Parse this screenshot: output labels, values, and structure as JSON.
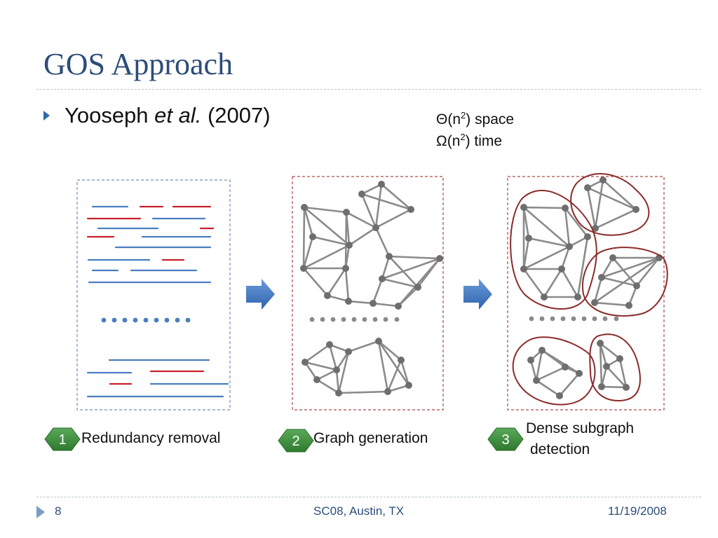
{
  "slide": {
    "title": "GOS Approach",
    "bullet": {
      "prefix": "Yooseph ",
      "italic": "et al.",
      "suffix": " (2007)"
    },
    "complexity": [
      {
        "symbol": "Θ(n",
        "sup": "2",
        "rest": ") space"
      },
      {
        "symbol": "Ω(n",
        "sup": "2",
        "rest": ") time"
      }
    ],
    "steps": [
      {
        "number": "1",
        "label": "Redundancy removal"
      },
      {
        "number": "2",
        "label": "Graph generation"
      },
      {
        "number": "3",
        "label_line1": "Dense subgraph",
        "label_line2": "detection"
      }
    ],
    "ellipsis": "•••••••••"
  },
  "footer": {
    "page_number": "8",
    "event": "SC08, Austin, TX",
    "date": "11/19/2008"
  },
  "colors": {
    "title": "#2c4d78",
    "read_blue": "#4a7ec0",
    "read_red": "#c8212b",
    "graph_gray": "#7a7a7a",
    "cluster_outline": "#8b2b2b",
    "hexagon_green": "#3f8f3f",
    "arrow_blue": "#3a73c0"
  }
}
